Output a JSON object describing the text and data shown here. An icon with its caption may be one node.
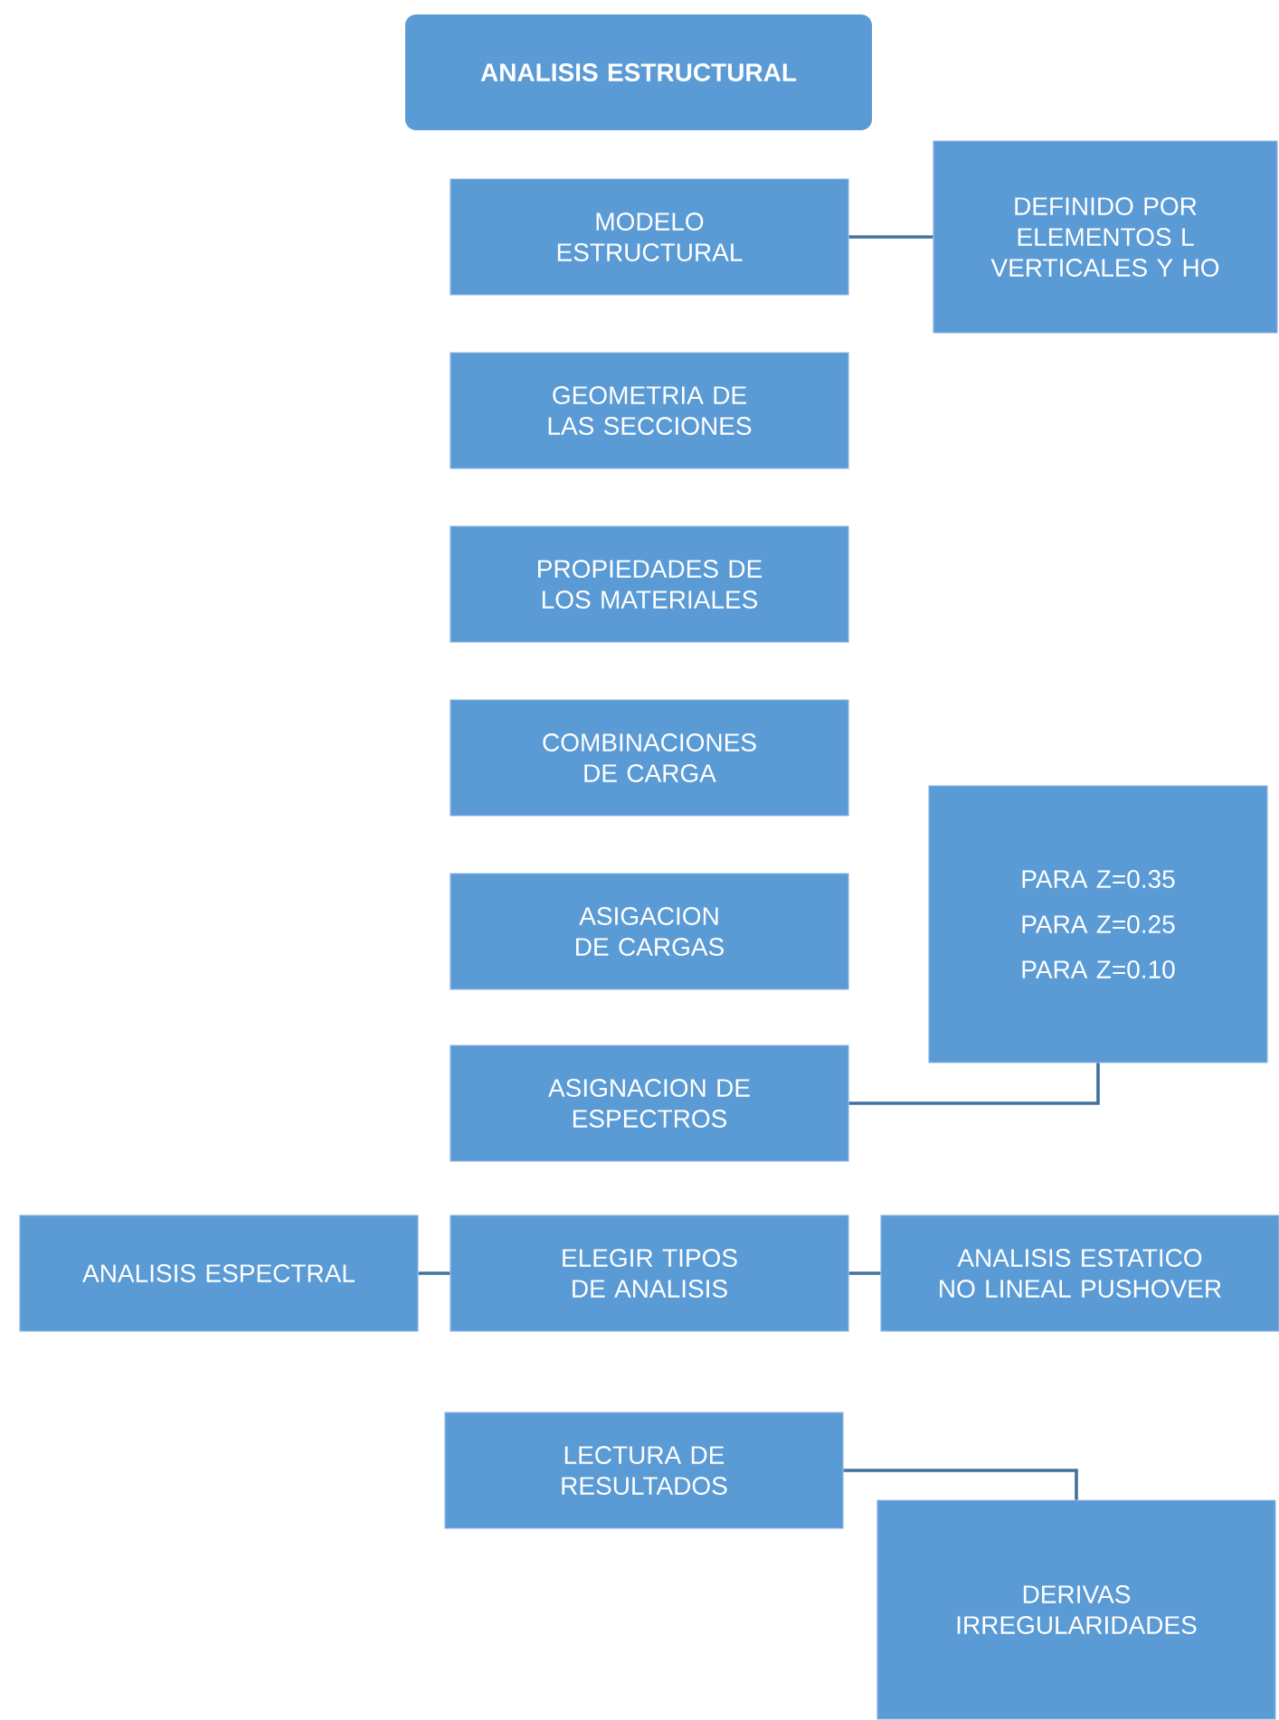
{
  "diagram": {
    "nodes": [
      {
        "text": [
          "ANALISIS ESTRUCTURAL"
        ]
      },
      {
        "text": [
          "MODELO ESTRUCTURAL"
        ]
      },
      {
        "text": [
          "DEFINIDO POR ELEMENTOS L VERTICALES Y HO"
        ]
      },
      {
        "text": [
          "GEOMETRIA DE LAS SECCIONES"
        ]
      },
      {
        "text": [
          "PROPIEDADES DE LOS MATERIALES"
        ]
      },
      {
        "text": [
          "COMBINACIONES DE CARGA"
        ]
      },
      {
        "text": [
          "PARA Z=0.35",
          "PARA Z=0.25",
          "PARA Z=0.10"
        ]
      },
      {
        "text": [
          "ASIGACION DE CARGAS"
        ]
      },
      {
        "text": [
          "ASIGNACION DE ESPECTROS"
        ]
      },
      {
        "text": [
          "ANALISIS ESPECTRAL"
        ]
      },
      {
        "text": [
          "ELEGIR TIPOS DE ANALISIS"
        ]
      },
      {
        "text": [
          "ANALISIS ESTATICO NO LINEAL PUSHOVER"
        ]
      },
      {
        "text": [
          "LECTURA DE RESULTADOS"
        ]
      },
      {
        "text": [
          "DERIVAS IRREGULARIDADES"
        ]
      }
    ],
    "edges": [
      {
        "from": 1,
        "to": 2,
        "arrow": "none"
      },
      {
        "from": 8,
        "to": 6,
        "arrow": "none"
      },
      {
        "from": 10,
        "to": 9,
        "arrow": "none"
      },
      {
        "from": 10,
        "to": 11,
        "arrow": "none"
      },
      {
        "from": 12,
        "to": 13,
        "arrow": "none"
      }
    ]
  }
}
